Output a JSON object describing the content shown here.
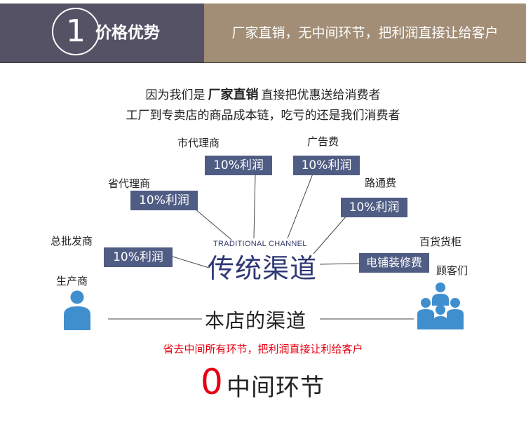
{
  "header": {
    "number": "1",
    "title": "价格优势",
    "slogan": "厂家直销，无中间环节，把利润直接让给客户"
  },
  "intro": {
    "line1_before": "因为我们是",
    "line1_emphasis": "厂家直销",
    "line1_after": "直接把优惠送给消费者",
    "line2": "工厂到专卖店的商品成本链，吃亏的还是我们消费者"
  },
  "channel": {
    "city_agent": "市代理商",
    "ad_fee": "广告费",
    "province_agent": "省代理商",
    "road_fee": "路通费",
    "wholesaler": "总批发商",
    "dept_store": "百货货柜",
    "producer": "生产商",
    "customers": "顾客们",
    "box_city": "10%利润",
    "box_ad": "10%利润",
    "box_province": "10%利润",
    "box_road": "10%利润",
    "box_wholesale": "10%利润",
    "box_decor": "电铺装修费",
    "traditional_en": "TRADITIONAL CHANNEL",
    "traditional_cn": "传统渠道"
  },
  "store": {
    "title": "本店的渠道",
    "red_note": "省去中间所有环节，把利润直接让利给客户",
    "zero": "0",
    "zero_text": "中间环节"
  },
  "colors": {
    "header_left": "#545264",
    "header_right": "#a28e76",
    "box": "#4f5c83",
    "person_icon": "#3f8fcf",
    "red": "#e60012",
    "traditional": "#2e3874"
  }
}
